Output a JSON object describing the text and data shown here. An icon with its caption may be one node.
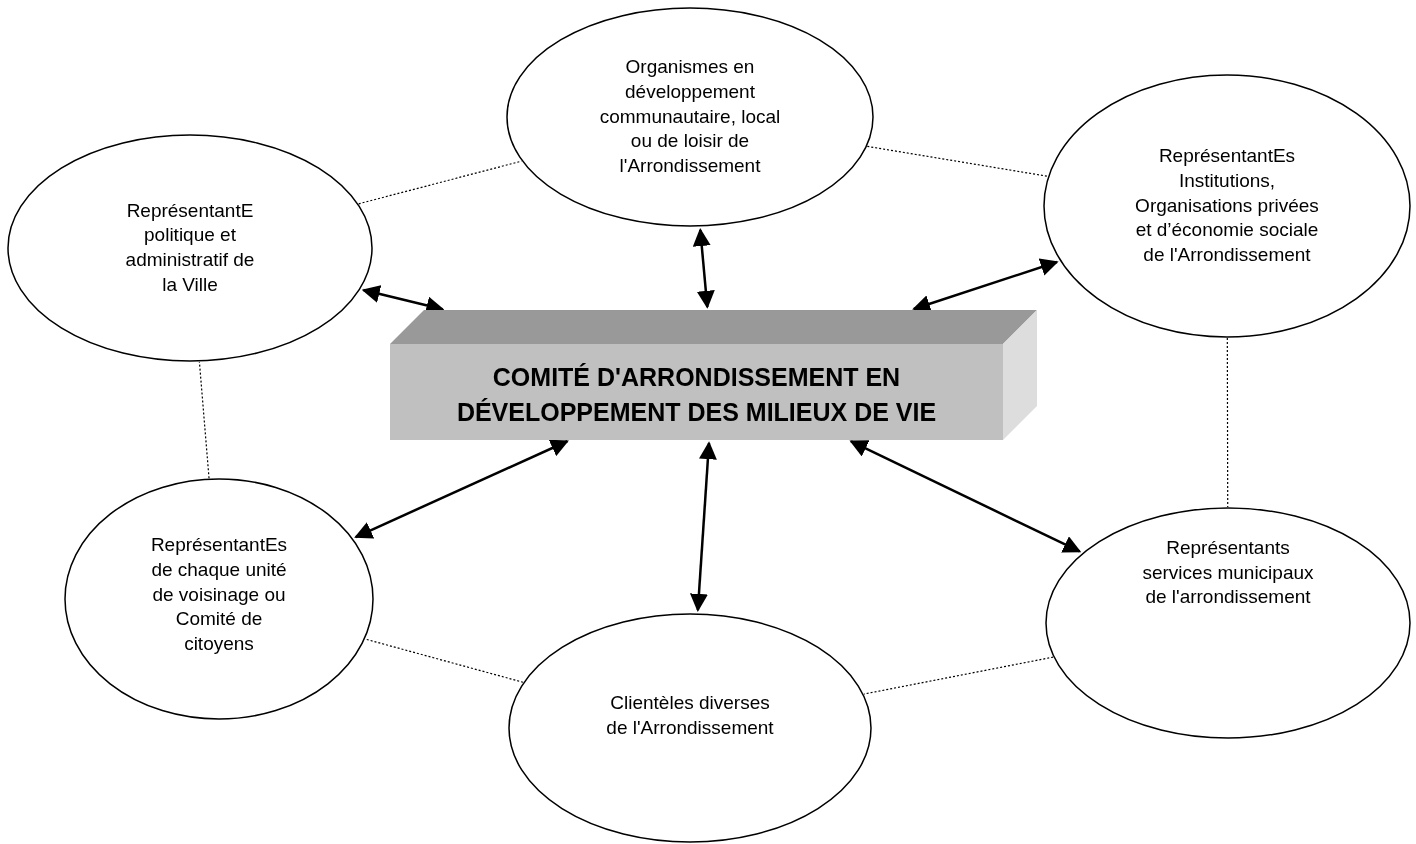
{
  "diagram": {
    "nodes": [
      {
        "text": [
          "Organismes en développement communautaire, local ou de loisir de l'Arrondissement"
        ]
      },
      {
        "text": [
          "ReprésentantE politique et administratif de la Ville"
        ]
      },
      {
        "text": [
          "ReprésentantEs Institutions, Organisations privées et d’économie sociale de l'Arrondissement"
        ]
      },
      {
        "text": [
          "COMITÉ D'ARRONDISSEMENT EN DÉVELOPPEMENT DES MILIEUX DE VIE"
        ]
      },
      {
        "text": [
          "ReprésentantEs de chaque unité de voisinage ou Comité de citoyens"
        ]
      },
      {
        "text": [
          "Représentants services municipaux de l'arrondissement"
        ]
      },
      {
        "text": [
          "Clientèles diverses de l'Arrondissement"
        ]
      }
    ],
    "edges": [
      {
        "from": 1,
        "to": 3,
        "arrow": "both"
      },
      {
        "from": 0,
        "to": 3,
        "arrow": "both"
      },
      {
        "from": 2,
        "to": 3,
        "arrow": "both"
      },
      {
        "from": 3,
        "to": 5,
        "arrow": "both"
      },
      {
        "from": 3,
        "to": 4,
        "arrow": "both"
      },
      {
        "from": 3,
        "to": 6,
        "arrow": "both"
      },
      {
        "from": 1,
        "to": 0,
        "arrow": "none",
        "style": "dashed"
      },
      {
        "from": 0,
        "to": 2,
        "arrow": "none",
        "style": "dashed"
      },
      {
        "from": 2,
        "to": 5,
        "arrow": "none",
        "style": "dashed"
      },
      {
        "from": 5,
        "to": 6,
        "arrow": "none",
        "style": "dashed"
      },
      {
        "from": 6,
        "to": 4,
        "arrow": "none",
        "style": "dashed"
      },
      {
        "from": 4,
        "to": 1,
        "arrow": "none",
        "style": "dashed"
      }
    ]
  }
}
